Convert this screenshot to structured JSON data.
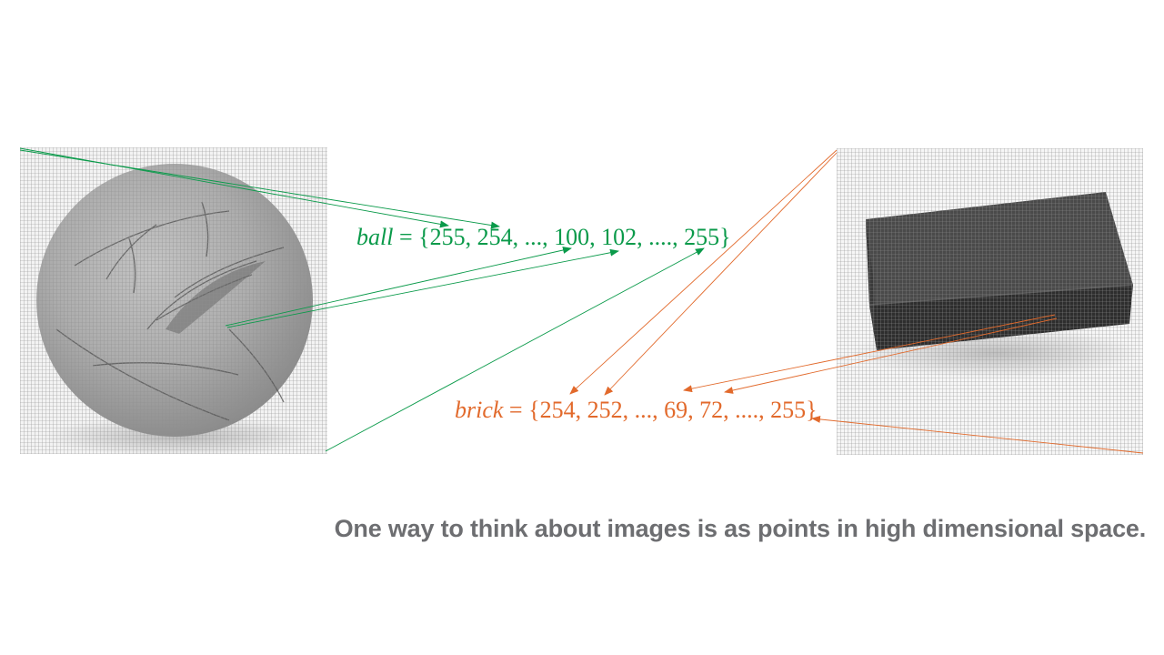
{
  "colors": {
    "ball": "#0a9a4a",
    "brick": "#e26a2c",
    "caption": "#6d6e71",
    "grid": "#9a9a9a"
  },
  "ball": {
    "name": "ball",
    "equals": "=",
    "values": "{255, 254, ..., 100, 102, ...., 255}"
  },
  "brick": {
    "name": "brick",
    "equals": "=",
    "values": "{254, 252, ..., 69, 72, ...., 255}"
  },
  "caption": "One way to think about images is as points in high dimensional space."
}
